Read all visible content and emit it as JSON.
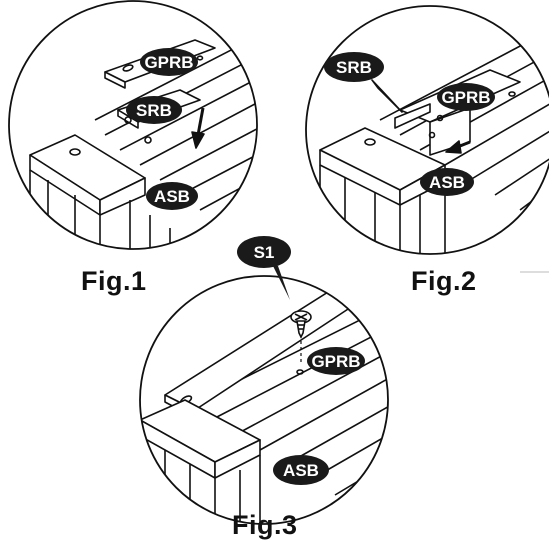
{
  "figures": [
    {
      "caption": "Fig.1",
      "labels": {
        "gprb": "GPRB",
        "srb": "SRB",
        "asb": "ASB"
      }
    },
    {
      "caption": "Fig.2",
      "labels": {
        "srb": "SRB",
        "gprb": "GPRB",
        "asb": "ASB"
      }
    },
    {
      "caption": "Fig.3",
      "labels": {
        "s1": "S1",
        "gprb": "GPRB",
        "asb": "ASB"
      }
    }
  ],
  "colors": {
    "ink": "#111111",
    "paper": "#ffffff",
    "badge_fill": "#1a1a1a",
    "badge_text": "#ffffff"
  },
  "icons": {
    "screw": "screw-icon",
    "arrow": "arrow-icon"
  }
}
